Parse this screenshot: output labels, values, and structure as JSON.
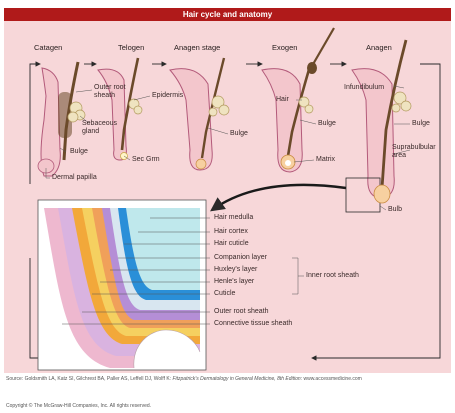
{
  "title": "Hair cycle and anatomy",
  "stages": {
    "catagen": "Catagen",
    "telogen": "Telogen",
    "anagen_stage": "Anagen stage",
    "exogen": "Exogen",
    "anagen": "Anagen"
  },
  "cycle_labels": {
    "outer_root_sheath": [
      "Outer root",
      "sheath"
    ],
    "sebaceous_gland": [
      "Sebaceous",
      "gland"
    ],
    "bulge_catagen": "Bulge",
    "dermal_papilla": "Dermal papilla",
    "epidermis": "Epidermis",
    "sec_grm": "Sec Grm",
    "bulge_anagen_stage": "Bulge",
    "hair": "Hair",
    "bulge_exogen": "Bulge",
    "matrix": "Matrix",
    "infundibulum": "Infundibulum",
    "bulge_anagen": "Bulge",
    "suprabulbular_area": [
      "Suprabulbular",
      "area"
    ],
    "bulb": "Bulb"
  },
  "detail_labels": {
    "hair_medulla": "Hair medulla",
    "hair_cortex": "Hair cortex",
    "hair_cuticle": "Hair cuticle",
    "companion_layer": "Companion layer",
    "huxleys_layer": "Huxley's layer",
    "henles_layer": "Henle's layer",
    "cuticle": "Cuticle",
    "inner_root_sheath": "Inner root sheath",
    "outer_root_sheath": "Outer root sheath",
    "connective_tissue_sheath": "Connective tissue sheath"
  },
  "footer": {
    "source_prefix": "Source: Goldsmith LA, Katz SI, Gilchrest BA, Paller AS, Leffell DJ, Wolff K: ",
    "source_title": "Fitzpatrick's Dermatology in General Medicine, 8th Edition",
    "source_suffix": ": www.accessmedicine.com",
    "copyright": "Copyright © The McGraw-Hill Companies, Inc. All rights reserved."
  },
  "colors": {
    "title_bar": "#b01a1a",
    "panel": "#f7d7d9",
    "skin": "#f3c6cc",
    "skin_outline": "#b35a7a",
    "hair_shaft": "#6b4a2a",
    "gland": "#efe3c0",
    "arrow": "#2a2a2a",
    "connective_tissue": "#eeb8cf",
    "outer_root_sheath": "#d9b3e0",
    "cuticle": "#f2a83a",
    "henles_layer": "#f5d060",
    "huxleys_layer": "#f0a05a",
    "companion_layer": "#b58ed6",
    "hair_cuticle": "#d8e6f0",
    "hair_cortex": "#2a8fd8",
    "hair_medulla": "#bfe8ec"
  }
}
